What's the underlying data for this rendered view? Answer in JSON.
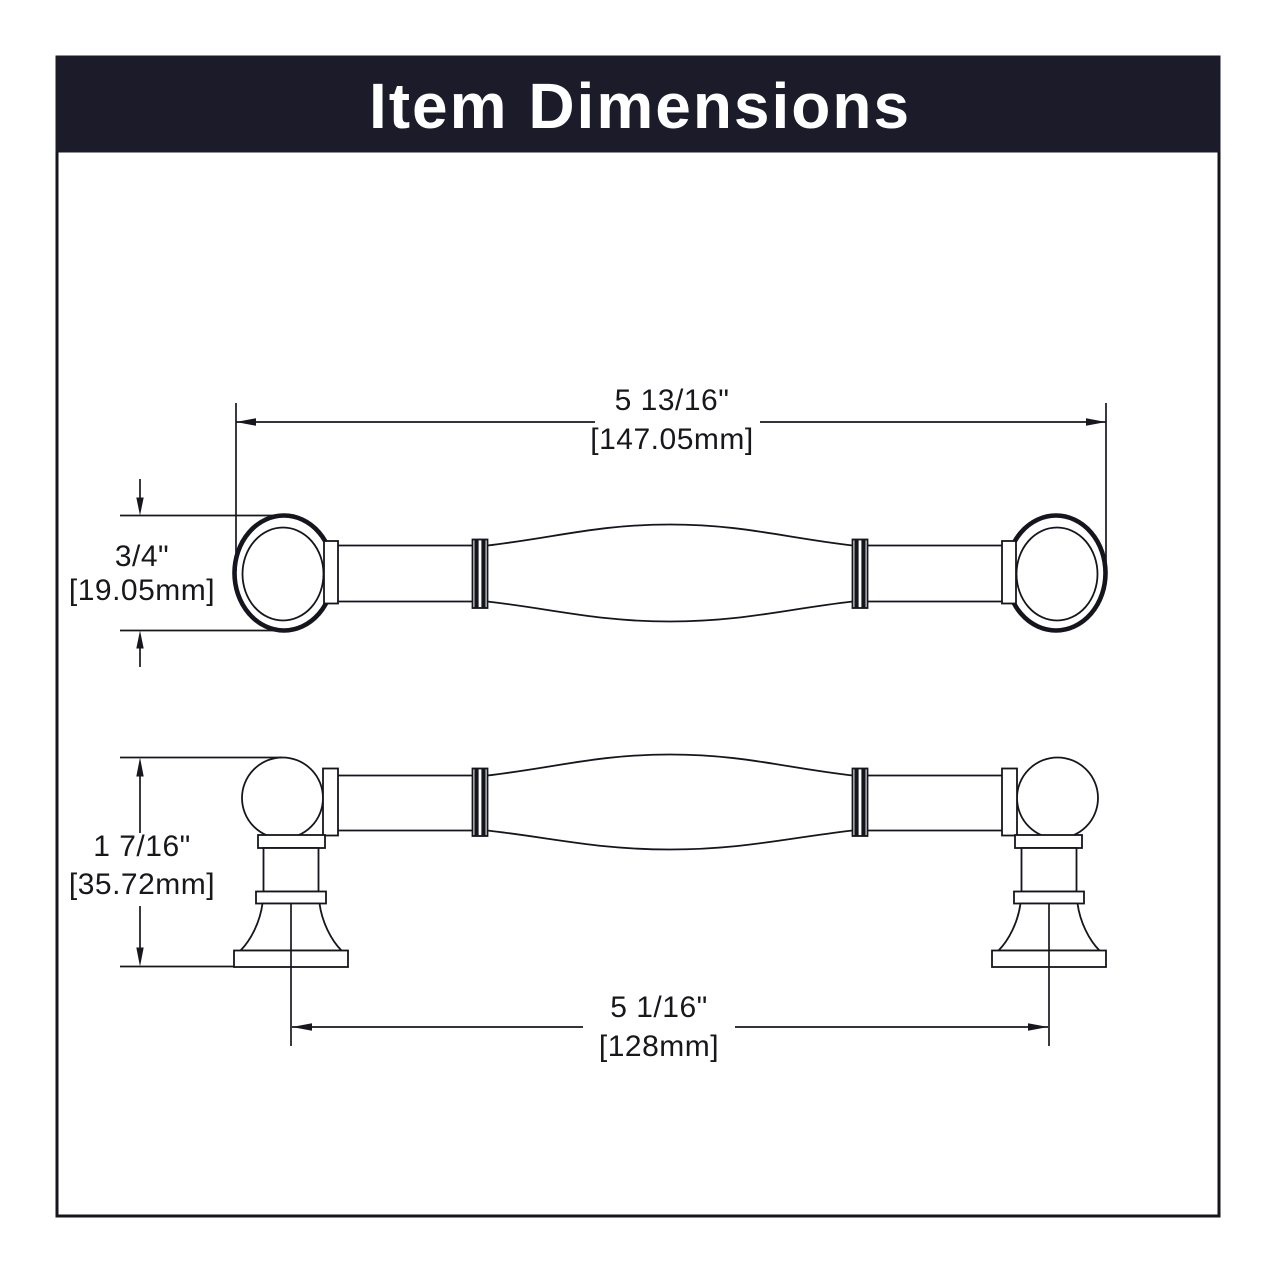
{
  "page": {
    "background": "#ffffff",
    "border_color": "#15151d"
  },
  "header": {
    "title": "Item Dimensions",
    "background": "#1b1b29",
    "text_color": "#ffffff"
  },
  "top_view": {
    "overall_length": {
      "inches": "5 13/16\"",
      "mm": "[147.05mm]"
    },
    "grip_diameter": {
      "inches": "3/4\"",
      "mm": "[19.05mm]"
    }
  },
  "side_view": {
    "projection_height": {
      "inches": "1 7/16\"",
      "mm": "[35.72mm]"
    },
    "center_to_center": {
      "inches": "5 1/16\"",
      "mm": "[128mm]"
    }
  }
}
